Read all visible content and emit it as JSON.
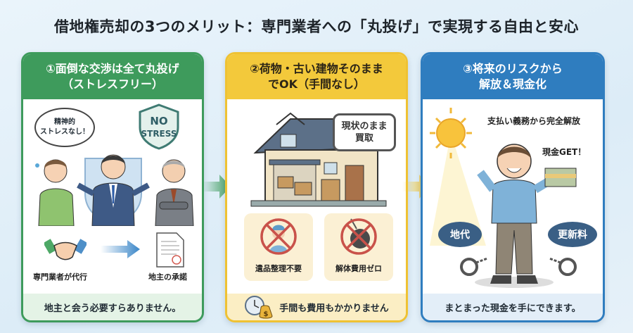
{
  "title": "借地権売却の3つのメリット：専門業者への「丸投げ」で実現する自由と安心",
  "colors": {
    "green": "#3e9b5c",
    "yellow": "#f3c93b",
    "blue": "#2f7dbf",
    "background": "#e3eff8"
  },
  "panels": [
    {
      "header": "①面倒な交渉は全て丸投げ\n（ストレスフリー）",
      "thought_bubble": "精神的\nストレスなし！",
      "shield_badge": "NO\nSTRESS",
      "flow_left_label": "専門業者が代行",
      "flow_right_label": "地主の承諾",
      "icons": [
        "handshake-icon",
        "arrow-right-icon",
        "document-seal-icon"
      ],
      "footer": "地主と会う必要すらありません。"
    },
    {
      "header": "②荷物・古い建物そのまま\nでOK（手間なし）",
      "stamp": "現状のまま\n買取",
      "items": [
        {
          "label": "遺品整理不要",
          "icon": "no-cleanup-icon"
        },
        {
          "label": "解体費用ゼロ",
          "icon": "no-demolition-icon"
        }
      ],
      "footer": "手間も費用もかかりません",
      "footer_icons": [
        "clock-icon",
        "money-bag-icon"
      ]
    },
    {
      "header": "③将来のリスクから\n解放＆現金化",
      "caption_top": "支払い義務から完全解放",
      "caption_cash": "現金GET！",
      "bubbles": [
        "地代",
        "更新料"
      ],
      "footer": "まとまった現金を手にできます。"
    }
  ]
}
